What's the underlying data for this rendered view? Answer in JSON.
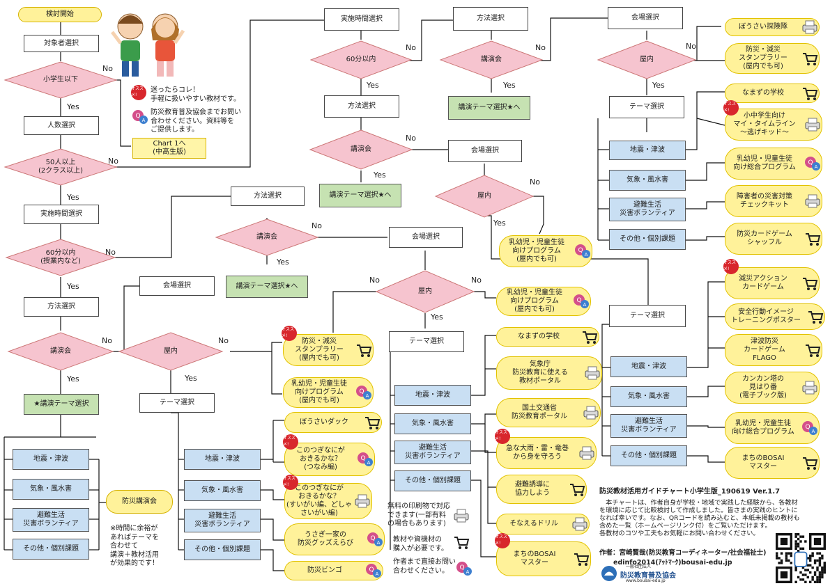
{
  "nodes": {
    "start": "検討開始",
    "target": "対象者選択",
    "q_grade": "小学生以下",
    "people": "人数選択",
    "q_50": "50人以上\n(2クラス以上)",
    "chart1": "Chart 1へ\n(中高生版)",
    "time1": "実施時間選択",
    "q_60a": "60分以内\n(授業内など)",
    "method1": "方法選択",
    "q_lecture1": "講演会",
    "theme_lecture1": "★講演テーマ選択",
    "hazard_a": [
      "地震・津波",
      "気象・風水害",
      "避難生活\n災害ボランティア",
      "その他・個別課題"
    ],
    "bousai_lecture": "防災講演会",
    "note_time": "※時間に余裕が\nあればテーマを\n合わせて\n講演＋教材活用\nが効果的です！",
    "venue1": "会場選択",
    "q_indoor1": "屋内",
    "theme1": "テーマ選択",
    "hazard_b": [
      "地震・津波",
      "気象・風水害",
      "避難生活\n災害ボランティア",
      "その他・個別課題"
    ],
    "method2": "方法選択",
    "q_lecture2": "講演会",
    "theme_lecture2": "講演テーマ選択★へ",
    "venue2": "会場選択",
    "q_indoor2": "屋内",
    "theme2": "テーマ選択",
    "hazard_c": [
      "地震・津波",
      "気象・風水害",
      "避難生活\n災害ボランティア",
      "その他・個別課題"
    ],
    "time2": "実施時間選択",
    "q_60b": "60分以内",
    "method3": "方法選択",
    "q_lecture3": "講演会",
    "theme_lecture3": "講演テーマ選択★へ",
    "venue3": "会場選択",
    "q_indoor3": "屋内",
    "theme3": "テーマ選択",
    "hazard_d": [
      "地震・津波",
      "気象・風水害",
      "避難生活\n災害ボランティア",
      "その他・個別課題"
    ],
    "method4": "方法選択",
    "q_lecture4": "講演会",
    "theme_lecture4": "講演テーマ選択★へ",
    "venue4": "会場選択",
    "q_indoor4": "屋内",
    "theme4": "テーマ選択",
    "hazard_e": [
      "地震・津波",
      "気象・風水害",
      "避難生活\n災害ボランティア",
      "その他・個別課題"
    ]
  },
  "materials": {
    "m_stamp1": "防災・減災\nスタンプラリー\n(屋内でも可)",
    "m_infant1": "乳幼児・児童生徒\n向けプログラム\n(屋内でも可)",
    "m_duck": "ぼうさいダック",
    "m_tsunami": "このつぎなにが\nおきるかな？\n(つなみ編)",
    "m_suigai": "このつぎなにが\nおきるかな？\n(すいがい編、どしゃ\nさいがい編)",
    "m_usagi": "うさぎ一家の\n防災グッズえらび",
    "m_bingo": "防災ビンゴ",
    "m_infant2": "乳幼児・児童生徒\n向けプログラム\n(屋内でも可)",
    "m_namazu1": "なまずの学校",
    "m_kishocho": "気象庁\n防災教育に使える\n教材ポータル",
    "m_kokudo": "国土交通省\n防災教育ポータル",
    "m_ooame": "急な大雨・雷・竜巻\nから身を守ろう",
    "m_hinan": "避難誘導に\n協力しよう",
    "m_sonaeru": "そなえるドリル",
    "m_machi1": "まちのBOSAI\nマスター",
    "m_infant3": "乳幼児・児童生徒\n向けプログラム\n(屋内でも可)",
    "m_tanken": "ぼうさい探険隊",
    "m_stamp2": "防災・減災\nスタンプラリー\n(屋内でも可)",
    "m_namazu2": "なまずの学校",
    "m_timeline": "小中学生向け\nマイ・タイムライン\n～逃げキッド～",
    "m_infant4": "乳幼児・児童生徒\n向け総合プログラム",
    "m_shogai": "障害者の災害対策\nチェックキット",
    "m_card": "防災カードゲーム\nシャッフル",
    "m_action": "減災アクション\nカードゲーム",
    "m_anzen": "安全行動イメージ\nトレーニングポスター",
    "m_flago": "津波防災\nカードゲーム\nFLAGO",
    "m_kankan": "カンカン塔の\n見はり番\n(電子ブック版)",
    "m_infant5": "乳幼児・児童生徒\n向け総合プログラム",
    "m_machi2": "まちのBOSAI\nマスター"
  },
  "labels": {
    "yes": "Yes",
    "no": "No"
  },
  "legend": {
    "recommend": "迷ったらコレ！\n手軽に扱いやすい教材です。",
    "qa": "防災教育普及協会までお問い\n合わせください。資料等を\nご提供します。",
    "printer": "無料の印刷物で対応\nできます(一部有料\nの場合もあります)",
    "cart": "教材や資機材の\n購入が必要です。",
    "contact": "作者まで直接お問い\n合わせください。"
  },
  "badge_text": "オススメ!",
  "footer": {
    "title": "防災教材活用ガイドチャート小学生版_190619 Ver.1.7",
    "body": "　本チャートは、作者自身が学校・地域で実践した経験から、各教材\nを環境に応じて比較検討して作成しました。皆さまの実践のヒントに\nなれば幸いです。なお、QRコードを読み込むと、本紙未掲載の教材も\n含めた一覧（ホームページリンク付）をご覧いただけます。\n各教材のコツや工夫もお気軽にお問い合わせください。",
    "author": "作者：宮崎賢哉(防災教育コーディネーター/社会福祉士)",
    "email": "edinfo2014(ｱｯﾄﾏｰｸ)bousai-edu.jp",
    "org_small": "一般社団法人",
    "org": "防災教育普及協会",
    "org_url": "www.bousai-edu.jp"
  },
  "colors": {
    "decision": "#f6c4cf",
    "theme": "#c9dff3",
    "lecture": "#c6e2b2",
    "material": "#fff29a",
    "badge": "#d8262c"
  }
}
